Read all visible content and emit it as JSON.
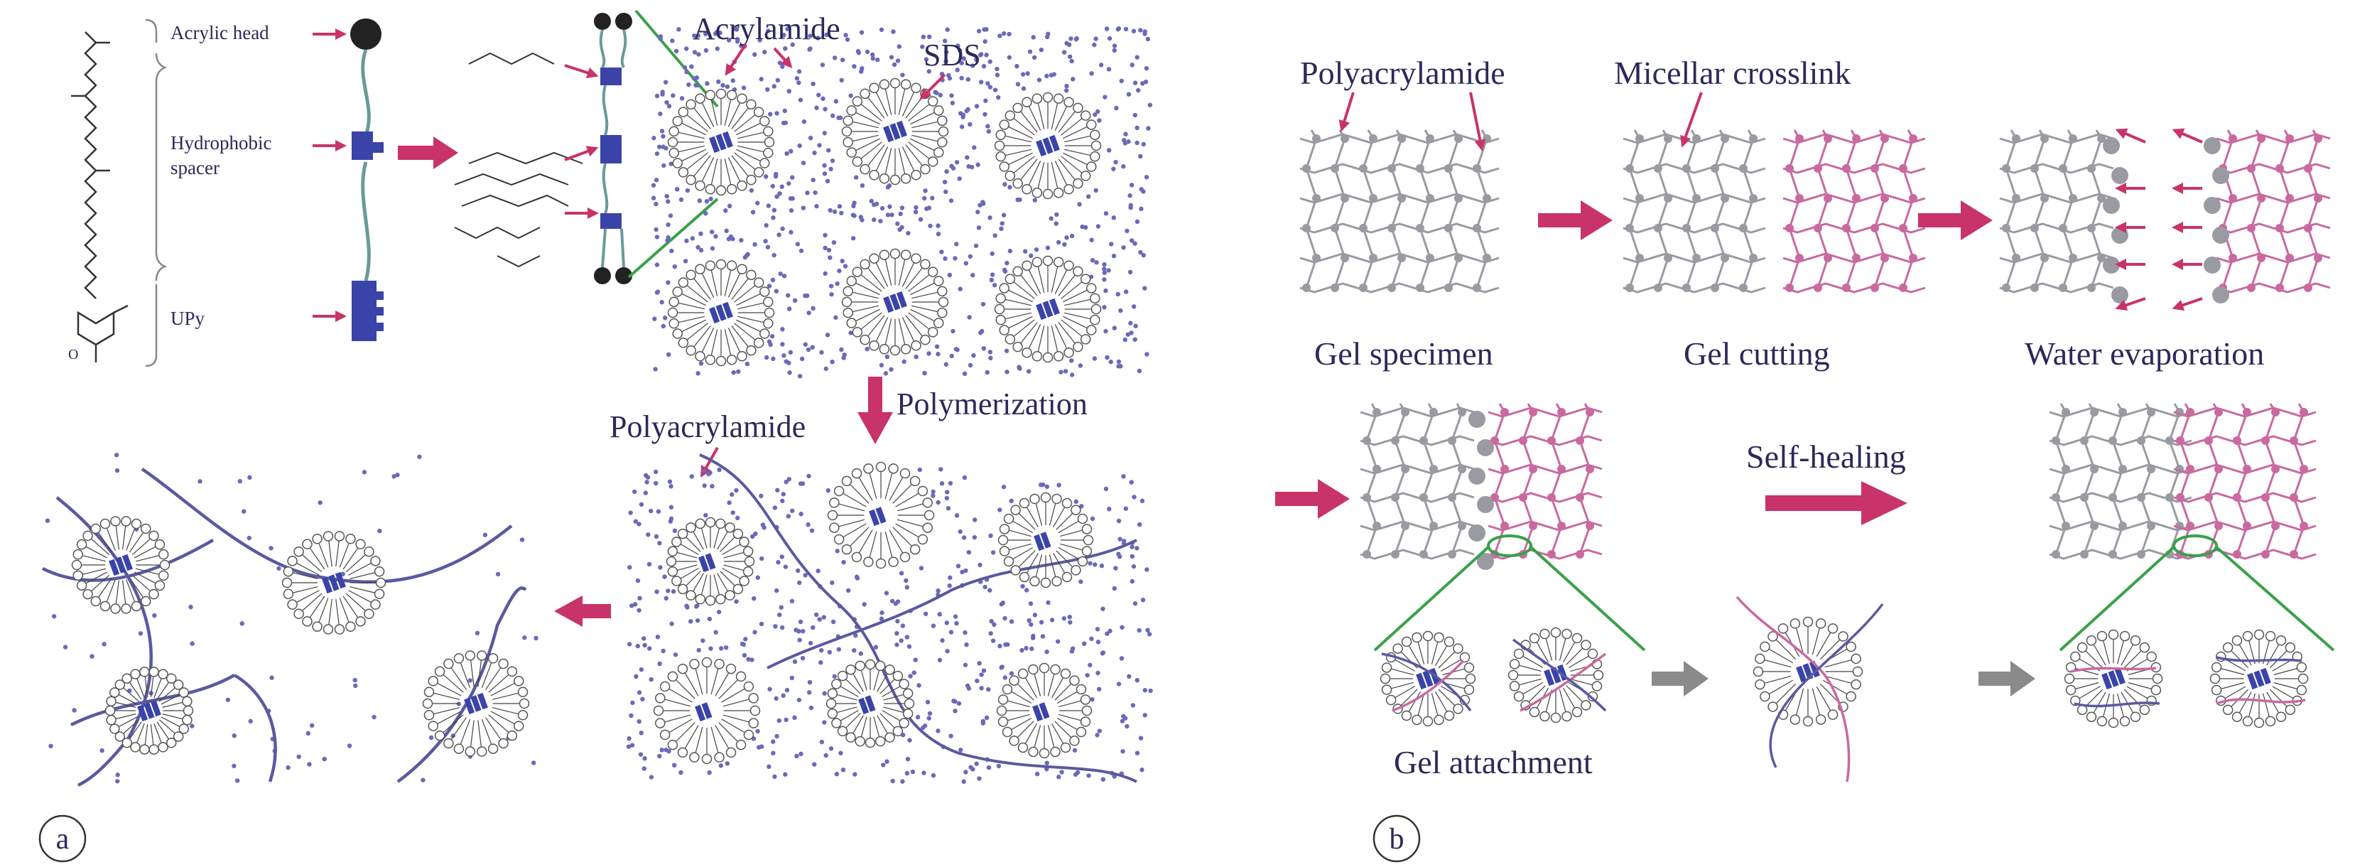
{
  "panel_a": {
    "label": "a",
    "text": {
      "acrylic_head": "Acrylic head",
      "hydrophobic": "Hydrophobic",
      "spacer": "spacer",
      "upy": "UPy",
      "acrylamide": "Acrylamide",
      "sds": "SDS",
      "polymerization": "Polymerization",
      "polyacrylamide": "Polyacrylamide"
    }
  },
  "panel_b": {
    "label": "b",
    "text": {
      "polyacrylamide": "Polyacrylamide",
      "micellar_crosslink": "Micellar crosslink",
      "gel_specimen": "Gel specimen",
      "gel_cutting": "Gel cutting",
      "water_evaporation": "Water evaporation",
      "self_healing": "Self-healing",
      "gel_attachment": "Gel attachment"
    }
  },
  "colors": {
    "arrow_magenta": "#c8336a",
    "arrow_gray": "#8a8a8a",
    "polymer_blue": "#5a5aa0",
    "hydrophobe_blue": "#3a44a8",
    "network_gray": "#9a9aa2",
    "network_pink": "#c86aa0",
    "zoom_green": "#3aa04a",
    "dot_blue": "#6a6ab8"
  }
}
